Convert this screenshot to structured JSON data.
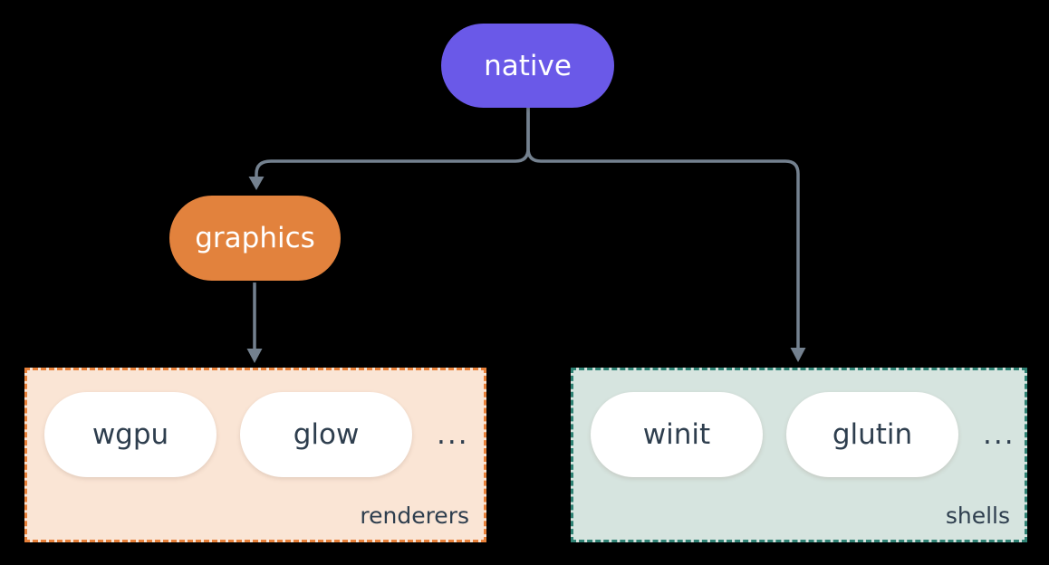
{
  "diagram": {
    "root": {
      "label": "native"
    },
    "graphics": {
      "label": "graphics"
    },
    "renderers_group": {
      "label": "renderers",
      "items": [
        "wgpu",
        "glow"
      ],
      "ellipsis": "..."
    },
    "shells_group": {
      "label": "shells",
      "items": [
        "winit",
        "glutin"
      ],
      "ellipsis": "..."
    }
  },
  "colors": {
    "background": "#000000",
    "native-fill": "#6A59E8",
    "graphics-fill": "#E2823D",
    "renderers-fill": "#FAE5D5",
    "renderers-border": "#E8813A",
    "shells-fill": "#D6E4DF",
    "shells-border": "#2F8274",
    "connector": "#74818F",
    "node-text": "#FFFFFF",
    "item-text": "#2E3E4E"
  }
}
